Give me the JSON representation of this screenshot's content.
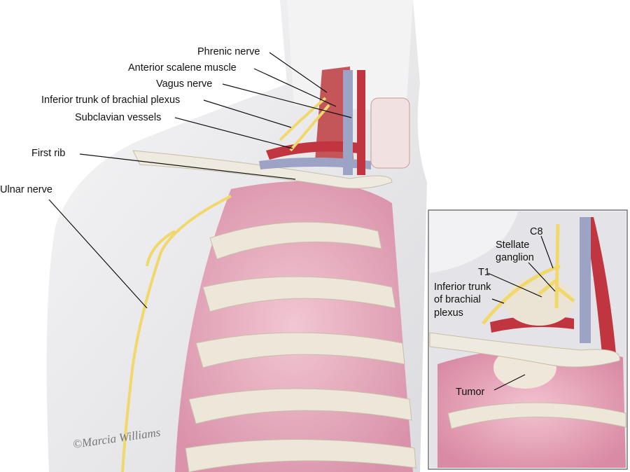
{
  "main_labels": {
    "phrenic_nerve": "Phrenic nerve",
    "anterior_scalene": "Anterior scalene muscle",
    "vagus_nerve": "Vagus nerve",
    "inferior_trunk": "Inferior trunk of brachial plexus",
    "subclavian_vessels": "Subclavian vessels",
    "first_rib": "First rib",
    "ulnar_nerve": "Ulnar nerve"
  },
  "inset_labels": {
    "c8": "C8",
    "stellate_1": "Stellate",
    "stellate_2": "ganglion",
    "t1": "T1",
    "inferior_trunk_1": "Inferior trunk",
    "inferior_trunk_2": "of brachial",
    "inferior_trunk_3": "plexus",
    "tumor": "Tumor"
  },
  "signature": "©Marcia Williams",
  "colors": {
    "skin": "#ececee",
    "lung": "#e7a3b8",
    "rib": "#ece6d8",
    "nerve": "#f0d86a",
    "artery": "#c0353f",
    "vein": "#9da3c4"
  }
}
